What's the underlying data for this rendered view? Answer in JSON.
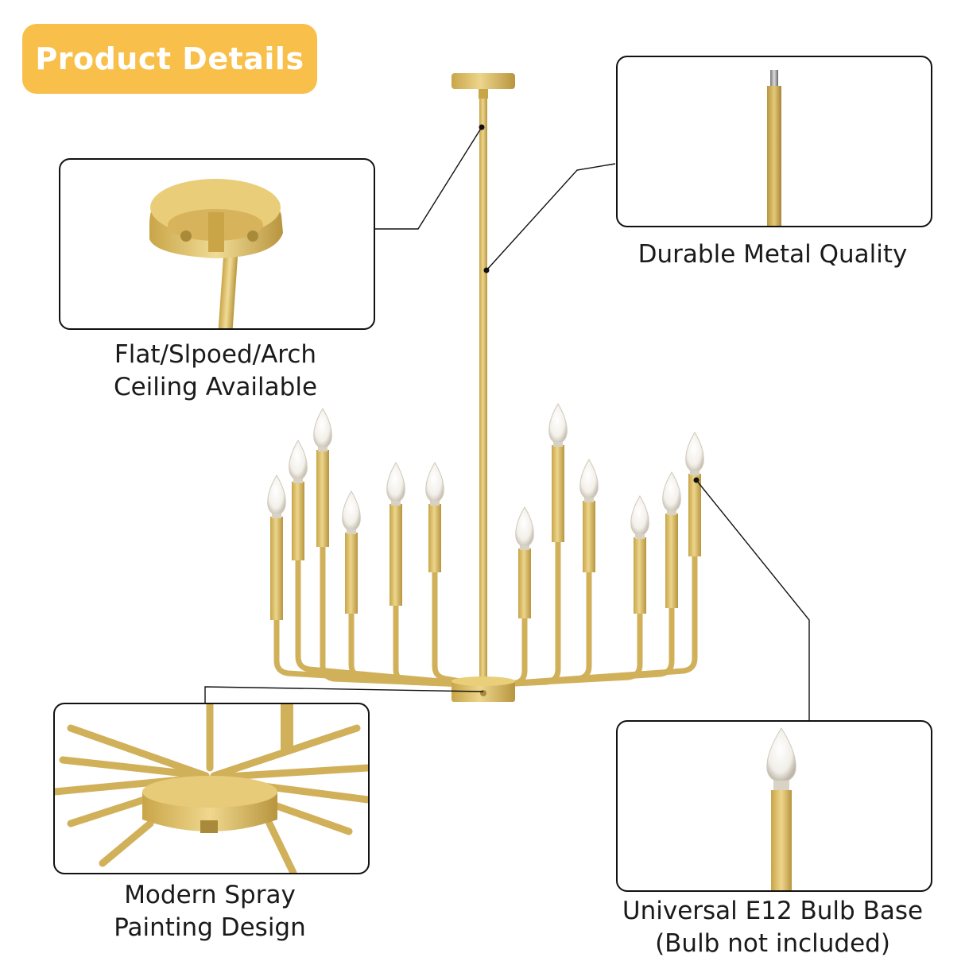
{
  "badge": {
    "label": "Product Details"
  },
  "callouts": {
    "ceiling": {
      "line1": "Flat/Slpoed/Arch",
      "line2": "Ceiling Available",
      "icon": "ceiling-canopy-icon"
    },
    "metal": {
      "line1": "Durable Metal Quality",
      "icon": "metal-rod-icon"
    },
    "spray": {
      "line1": "Modern Spray",
      "line2": "Painting Design",
      "icon": "hub-detail-icon"
    },
    "bulb": {
      "line1": "Universal E12 Bulb Base",
      "line2": "(Bulb not included)",
      "icon": "candle-bulb-icon"
    }
  },
  "colors": {
    "accent": "#f8c04a",
    "gold": "#d8b75a",
    "gold_dark": "#b8953e",
    "border": "#111111"
  }
}
